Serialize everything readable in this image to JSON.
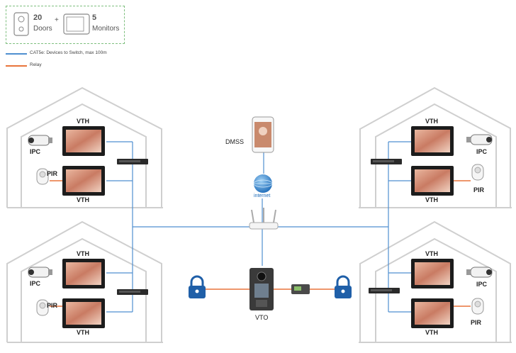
{
  "summary": {
    "doors_count": "20",
    "doors_label": "Doors",
    "plus": "+",
    "monitors_count": "5",
    "monitors_label": "Monitors"
  },
  "legend": [
    {
      "label": "CAT5e: Devices to Switch, max 100m",
      "color": "#4f8fd0"
    },
    {
      "label": "Relay",
      "color": "#e8743b"
    }
  ],
  "labels": {
    "vth": "VTH",
    "ipc": "IPC",
    "pir": "PIR",
    "dmss": "DMSS",
    "internet": "internet",
    "vto": "VTO"
  },
  "colors": {
    "network_line": "#4f8fd0",
    "relay_line": "#e8743b",
    "lock": "#1f5fa8",
    "house_outline": "#cfcfcf"
  }
}
